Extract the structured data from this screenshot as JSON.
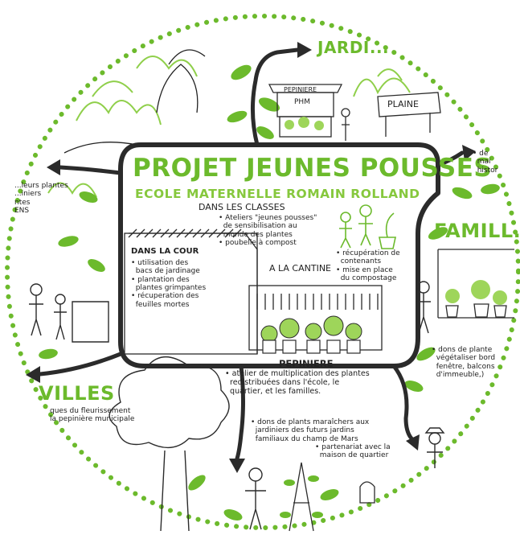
{
  "title": "PROJET JEUNES POUSSES",
  "subtitle": "ECOLE MATERNELLE ROMAIN ROLLAND",
  "colors": {
    "green": "#6cba2c",
    "light_green": "#9ed55a",
    "ink": "#222222",
    "dots": "#6cba2c"
  },
  "classes": {
    "heading": "DANS LES CLASSES",
    "items": [
      "• Ateliers \"jeunes pousses\"",
      "  de sensibilisation au",
      "  monde des plantes",
      "• poubelle à compost"
    ]
  },
  "cour": {
    "heading": "DANS LA COUR",
    "items": [
      "• utilisation des",
      "  bacs de jardinage",
      "• plantation des",
      "  plantes grimpantes",
      "• récuperation des",
      "  feuilles mortes"
    ]
  },
  "cantine": {
    "heading": "A LA CANTINE",
    "items": [
      "• récupération de",
      "  contenants",
      "• mise en place",
      "  du compostage"
    ]
  },
  "pepiniere": {
    "heading": "PEPINIERE",
    "items": [
      "• atelier de multiplication des plantes",
      "  redistribuées dans l'école, le",
      "  quartier, et les familles."
    ]
  },
  "south": {
    "items": [
      "• dons de plants maraîchers aux",
      "  jardiniers des futurs jardins",
      "  familiaux du champ de Mars",
      "• partenariat avec la",
      "  maison de quartier"
    ]
  },
  "jardins": {
    "label": "JARDI..."
  },
  "pepiniere_sign": {
    "line1": "PEPINIERE",
    "line2": "PHM"
  },
  "plaine_sign": "PLAINE",
  "familles": {
    "label": "FAMILL...",
    "items": [
      "• dons de plante",
      "  végétaliser bord",
      "  fenêtre, balcons",
      "  d'immeuble,)"
    ]
  },
  "history": {
    "items": [
      "• de",
      "  mai",
      "  histor"
    ]
  },
  "villes": {
    "label": "VILLES",
    "items": [
      "ques du fleurissement",
      "la pepinière municipale"
    ]
  },
  "west": {
    "items": [
      "...leurs plantes",
      "...iniers",
      "ntes",
      "ENS"
    ]
  }
}
